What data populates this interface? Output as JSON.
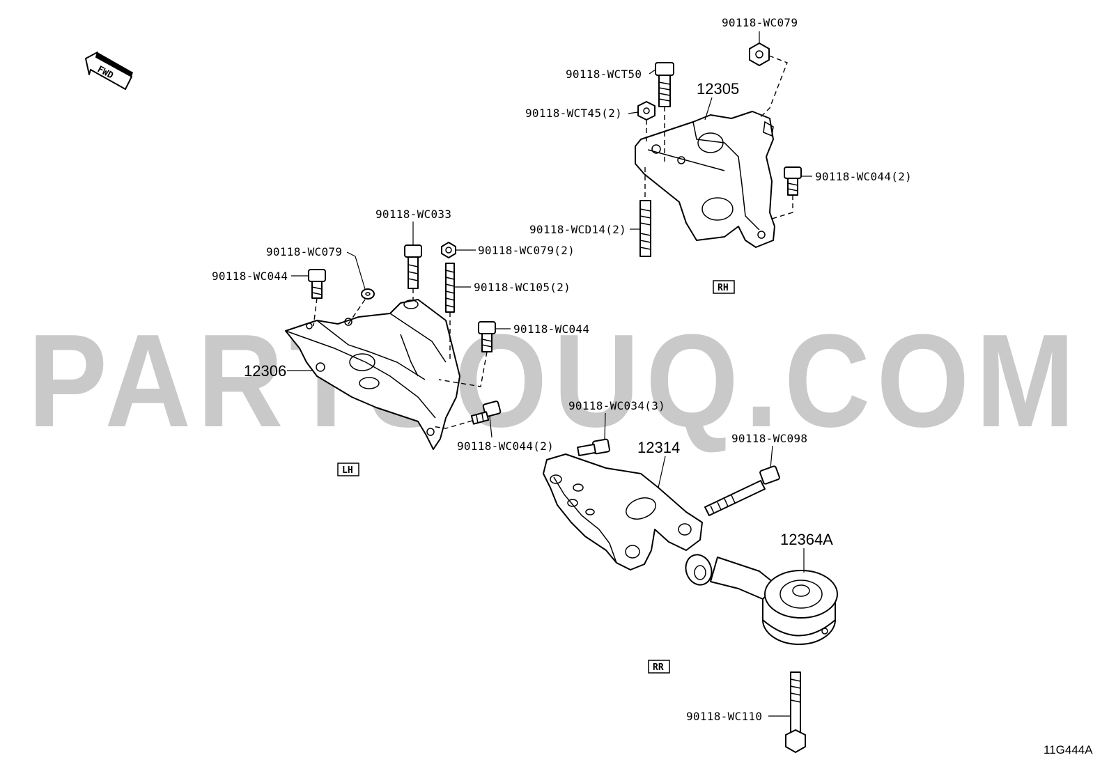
{
  "watermark": "PARTSOUQ.COM",
  "fwd_label": "FWD",
  "diagram_code": "11G444A",
  "views": {
    "rh": "RH",
    "lh": "LH",
    "rr": "RR"
  },
  "parts": {
    "p12305": "12305",
    "p12306": "12306",
    "p12314": "12314",
    "p12364a": "12364A"
  },
  "fasteners": {
    "rh_nut_top": "90118-WC079",
    "rh_bolt_t50": "90118-WCT50",
    "rh_nut_t45": "90118-WCT45(2)",
    "rh_bolt_wc044_2": "90118-WC044(2)",
    "rh_stud_d14": "90118-WCD14(2)",
    "lh_bolt_wc033": "90118-WC033",
    "lh_nut_wc079": "90118-WC079",
    "lh_nut_wc079_2": "90118-WC079(2)",
    "lh_bolt_wc044_left": "90118-WC044",
    "lh_stud_wc105": "90118-WC105(2)",
    "lh_bolt_wc044_right": "90118-WC044",
    "lh_bolt_wc044_2": "90118-WC044(2)",
    "rr_bolt_wc034": "90118-WC034(3)",
    "rr_bolt_wc098": "90118-WC098",
    "rr_bolt_wc110": "90118-WC110"
  }
}
